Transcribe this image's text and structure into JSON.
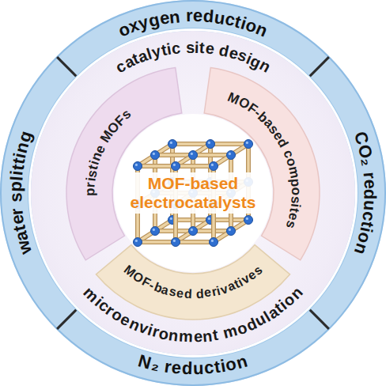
{
  "diagram": {
    "nodes": [
      {
        "text": [
          "oxygen reduction",
          "CO₂ reduction",
          "N₂ reduction",
          "water splitting"
        ]
      },
      {
        "text": [
          "catalytic site design",
          "microenvironment modulation"
        ],
        "in": 0
      },
      {
        "text": [
          "pristine MOFs"
        ],
        "in": 1
      },
      {
        "text": [
          "MOF-based composites"
        ],
        "in": 1
      },
      {
        "text": [
          "MOF-based derivatives"
        ],
        "in": 1
      },
      {
        "text": [
          "MOF-based electrocatalysts"
        ],
        "in": 1
      }
    ]
  }
}
